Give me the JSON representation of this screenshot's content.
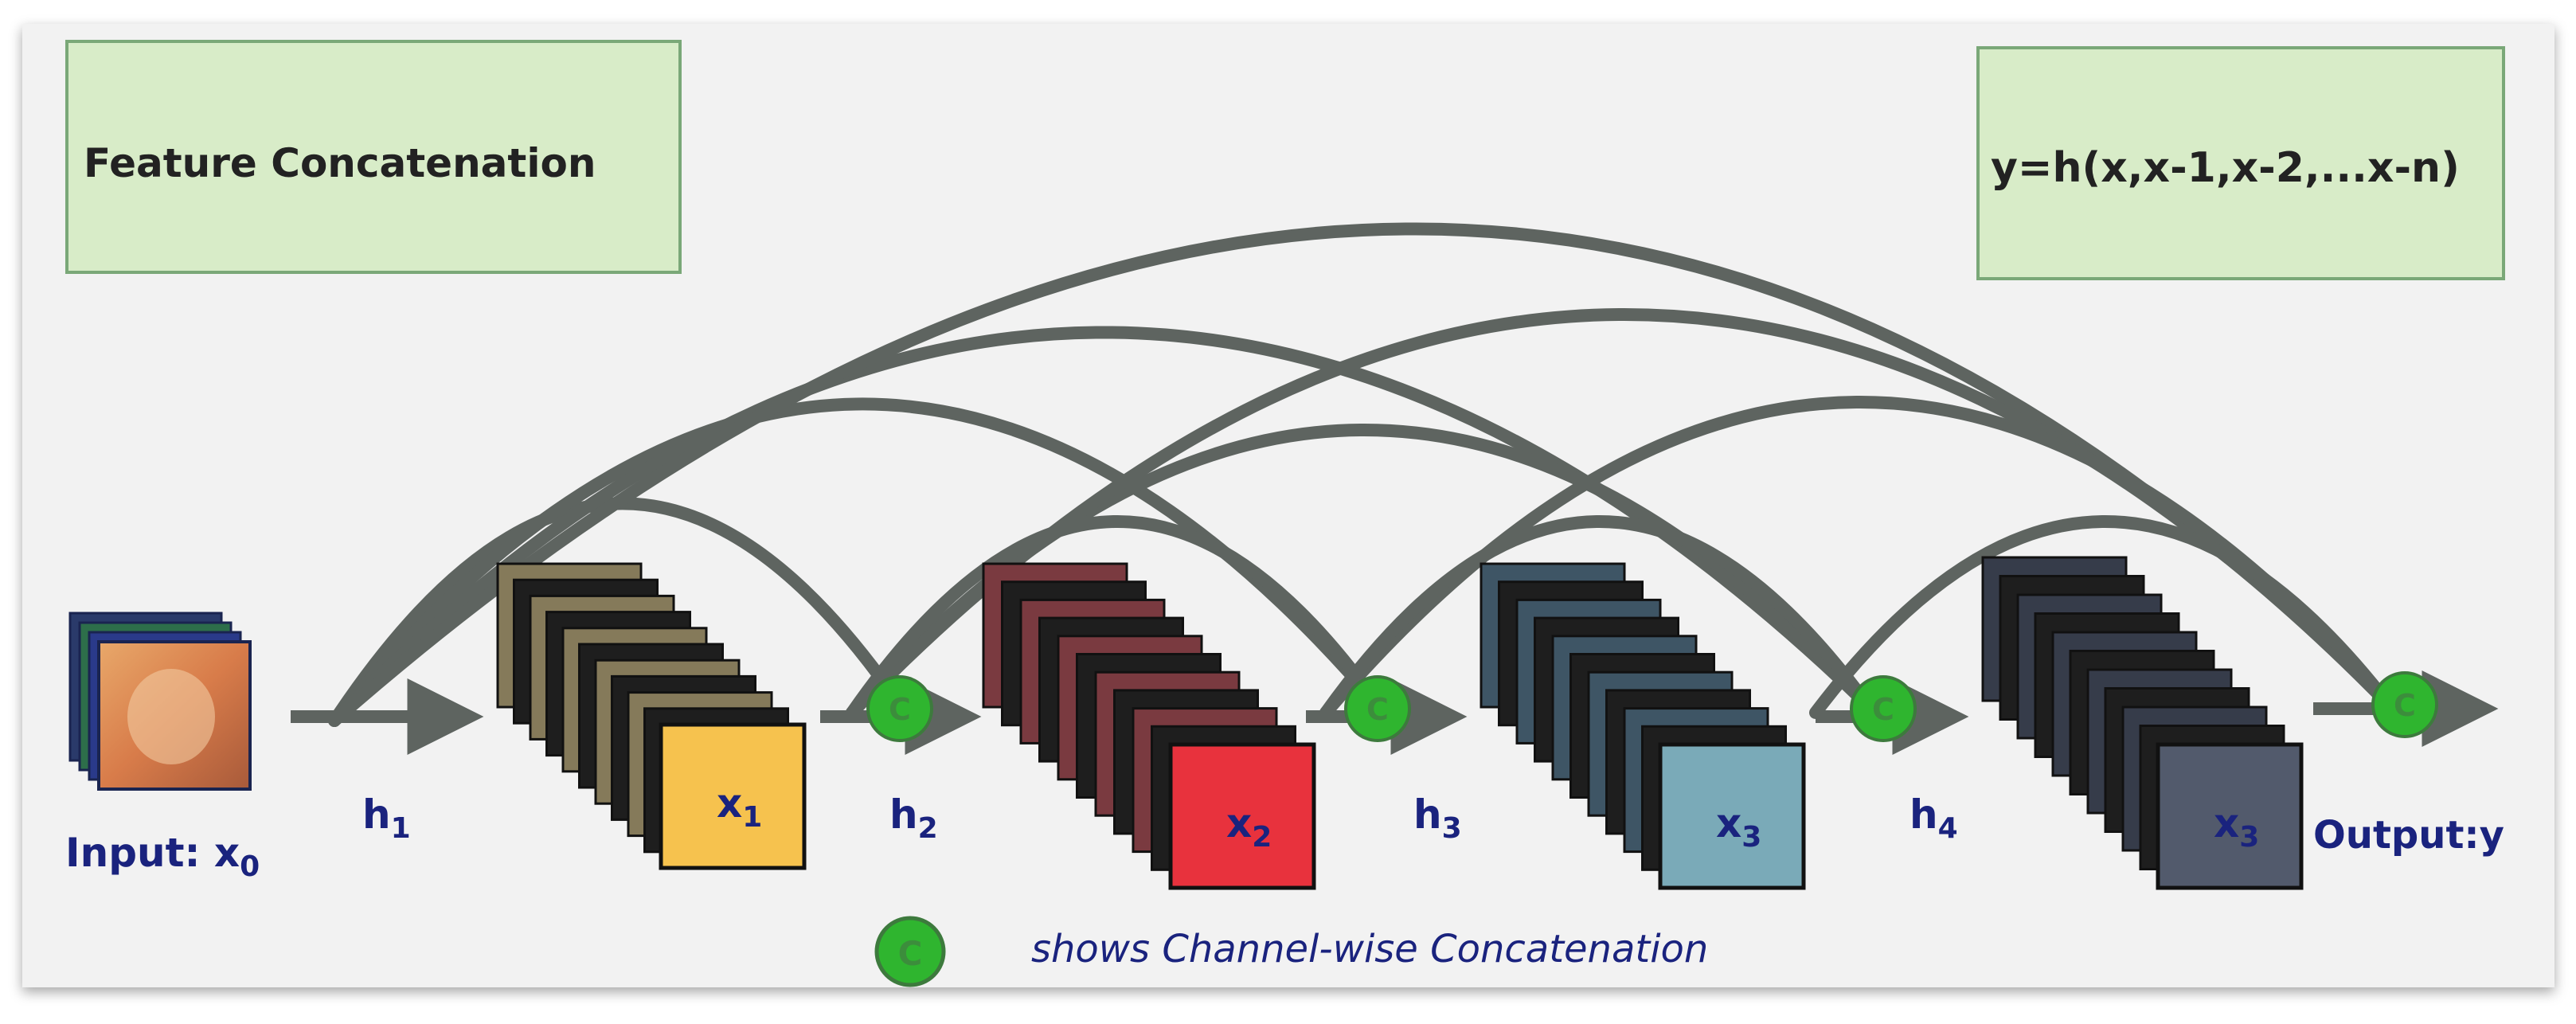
{
  "feature_box": {
    "text": "Feature Concatenation"
  },
  "formula_box": {
    "text": "y=h(x,x-1,x-2,...x-n)"
  },
  "input_label": {
    "prefix": "Input: x",
    "sub": "0"
  },
  "transitions": [
    {
      "h": "h",
      "sub": "1"
    },
    {
      "h": "h",
      "sub": "2"
    },
    {
      "h": "h",
      "sub": "3"
    },
    {
      "h": "h",
      "sub": "4"
    }
  ],
  "blocks": [
    {
      "x": "x",
      "sub": "1",
      "color": "#f6c24e",
      "stack_color": "#857a5a"
    },
    {
      "x": "x",
      "sub": "2",
      "color": "#e8323d",
      "stack_color": "#7a3a40"
    },
    {
      "x": "x",
      "sub": "3",
      "color": "#7aaab8",
      "stack_color": "#3e5565"
    },
    {
      "x": "x",
      "sub": "3",
      "color": "#525a6c",
      "stack_color": "#363c4a"
    }
  ],
  "concat_symbol": "C",
  "output_label": "Output:y",
  "legend": {
    "symbol": "C",
    "text": "shows Channel-wise Concatenation"
  },
  "colors": {
    "background": "#f2f2f2",
    "arc": "#5e6460",
    "box_fill": "#d8ecc8",
    "box_border": "#7aa878",
    "concat_node": "#2fb52f",
    "text": "#1a237e"
  }
}
